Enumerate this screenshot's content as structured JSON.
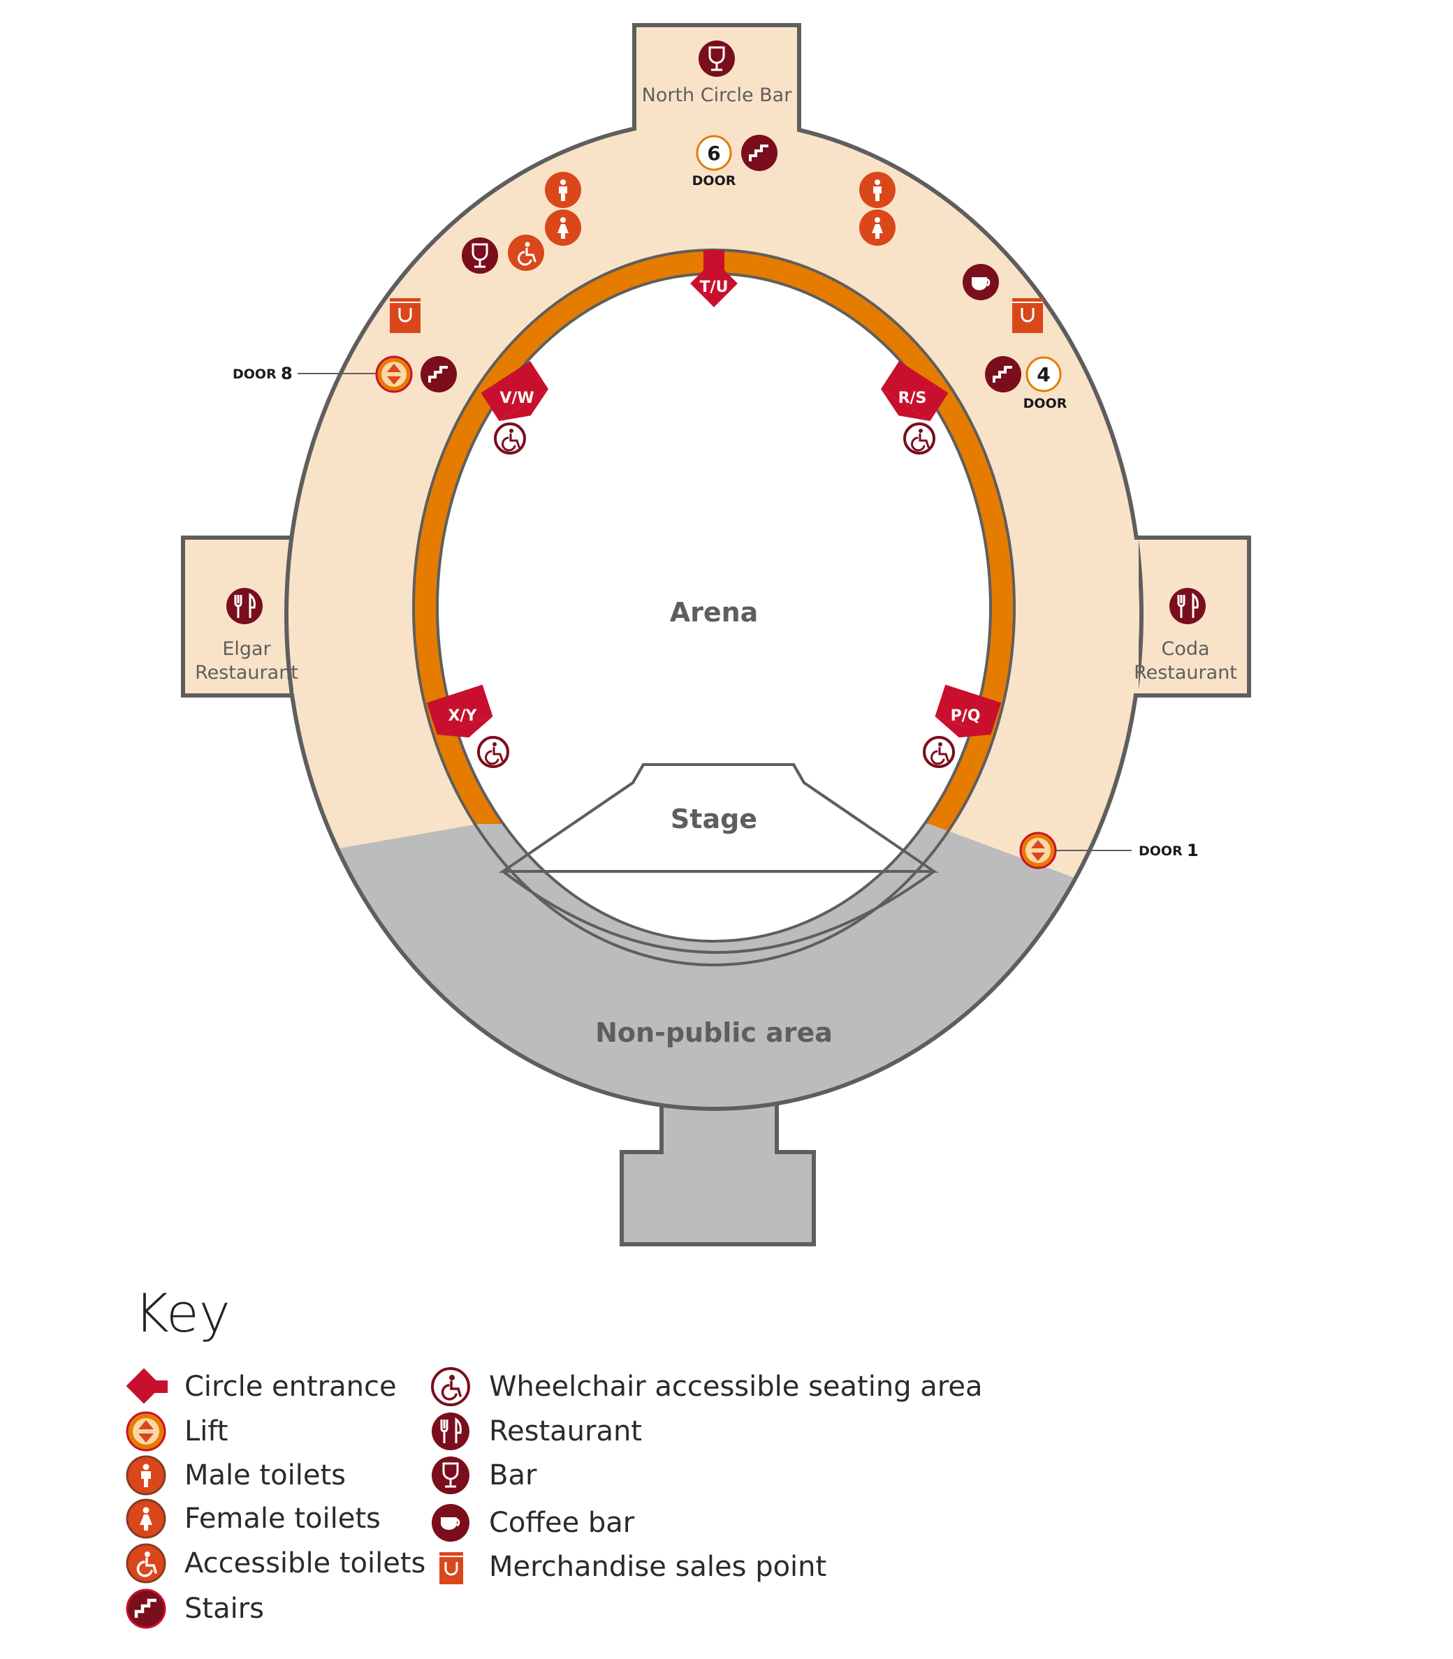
{
  "colors": {
    "concourse": "#f9e3c8",
    "outline": "#5f5e5e",
    "ring": "#e57c00",
    "entrance": "#c8102e",
    "maroon": "#7a0e1c",
    "orange_red": "#d9471b",
    "non_public": "#bcbcbc"
  },
  "areas": {
    "north_bar": "North Circle Bar",
    "elgar": [
      "Elgar",
      "Restaurant"
    ],
    "coda": [
      "Coda",
      "Restaurant"
    ],
    "arena": "Arena",
    "stage": "Stage",
    "non_public": "Non-public area"
  },
  "doors": {
    "door_word": "DOOR",
    "door6": "6",
    "door4": "4",
    "door8": "8",
    "door1": "1"
  },
  "entrances": {
    "tu": "T/U",
    "vw": "V/W",
    "rs": "R/S",
    "xy": "X/Y",
    "pq": "P/Q"
  },
  "key": {
    "title": "Key",
    "items": [
      {
        "icon": "circle-entrance",
        "label": "Circle entrance"
      },
      {
        "icon": "lift",
        "label": "Lift"
      },
      {
        "icon": "male-toilets",
        "label": "Male toilets"
      },
      {
        "icon": "female-toilets",
        "label": "Female toilets"
      },
      {
        "icon": "accessible-toilets",
        "label": "Accessible toilets"
      },
      {
        "icon": "stairs",
        "label": "Stairs"
      },
      {
        "icon": "wheelchair-seating",
        "label": "Wheelchair accessible seating area"
      },
      {
        "icon": "restaurant",
        "label": "Restaurant"
      },
      {
        "icon": "bar",
        "label": "Bar"
      },
      {
        "icon": "coffee-bar",
        "label": "Coffee bar"
      },
      {
        "icon": "merchandise",
        "label": "Merchandise sales point"
      }
    ]
  }
}
